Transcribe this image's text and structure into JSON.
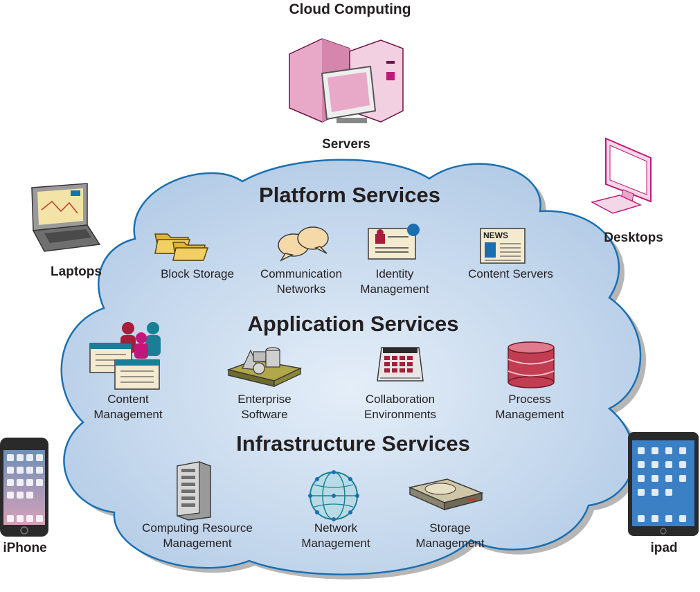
{
  "title": "Cloud Computing",
  "devices": {
    "servers": "Servers",
    "laptops": "Laptops",
    "desktops": "Desktops",
    "iphone": "iPhone",
    "ipad": "ipad"
  },
  "sections": {
    "platform": {
      "title": "Platform Services",
      "items": [
        {
          "icon": "folders-icon",
          "lines": [
            "Block Storage"
          ]
        },
        {
          "icon": "speech-bubbles-icon",
          "lines": [
            "Communication",
            "Networks"
          ]
        },
        {
          "icon": "id-card-icon",
          "lines": [
            "Identity",
            "Management"
          ]
        },
        {
          "icon": "newspaper-icon",
          "lines": [
            "Content Servers"
          ]
        }
      ]
    },
    "application": {
      "title": "Application Services",
      "items": [
        {
          "icon": "people-documents-icon",
          "lines": [
            "Content",
            "Management"
          ]
        },
        {
          "icon": "shapes-tray-icon",
          "lines": [
            "Enterprise",
            "Software"
          ]
        },
        {
          "icon": "calendar-icon",
          "lines": [
            "Collaboration",
            "Environments"
          ]
        },
        {
          "icon": "database-icon",
          "lines": [
            "Process",
            "Management"
          ]
        }
      ]
    },
    "infrastructure": {
      "title": "Infrastructure Services",
      "items": [
        {
          "icon": "server-tower-icon",
          "lines": [
            "Computing Resource",
            "Management"
          ]
        },
        {
          "icon": "network-globe-icon",
          "lines": [
            "Network",
            "Management"
          ]
        },
        {
          "icon": "hard-drive-icon",
          "lines": [
            "Storage",
            "Management"
          ]
        }
      ]
    }
  },
  "news_label": "NEWS",
  "colors": {
    "cloud_fill": "#c9dbee",
    "cloud_stroke": "#1a6fb1",
    "pink": "#e8a9c8",
    "magenta": "#c0187a",
    "teal": "#1a7f96",
    "crimson": "#a71d3a"
  }
}
